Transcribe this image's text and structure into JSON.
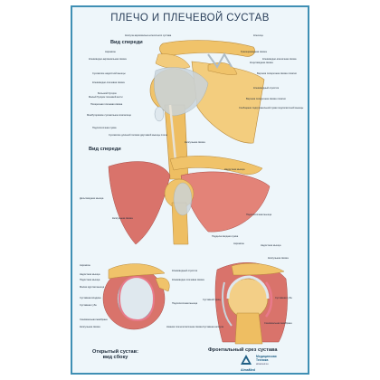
{
  "poster": {
    "title": "ПЛЕЧО И ПЛЕЧЕВОЙ СУСТАВ",
    "sections": {
      "top_view": "Вид спереди",
      "middle_view": "Вид спереди",
      "open_joint": "Открытый сустав:\nвид сбоку",
      "frontal_section": "Фронтальный срез сустава"
    },
    "labels": {
      "top_left": [
        "Капсула акромиально-ключичного сустава",
        "Акромион",
        "Клювовидно-акромиальная связка",
        "Сухожилие надостной мышцы",
        "Клювовидно-плечевая связка",
        "Большой бугорок",
        "Малый бугорок плечевой кости",
        "Поперечная плечевая связка",
        "Межбугорковое сухожильное влагалище",
        "Подлопаточная сумка",
        "Сухожилие длинной головки двуглавой мышцы плеча"
      ],
      "top_right": [
        "Ключица",
        "Трапециевидная связка",
        "Конусовидная связка",
        "Клювовидно-ключичная связка",
        "Верхняя поперечная связка лопатки",
        "Клювовидный отросток",
        "Верхняя поперечная связка лопатки",
        "Сообщение подсухожильной сумки подлопаточной мышцы",
        "Капсульная связка"
      ],
      "mid_left": [
        "Дельтовидная мышца",
        "Капсульная связка"
      ],
      "mid_right": [
        "Надостная мышца",
        "Подлопаточная мышца"
      ],
      "open_left": [
        "Акромион",
        "Надостная мышца",
        "Подостная мышца",
        "Малая круглая мышца",
        "Суставная впадина",
        "Суставная губа",
        "Синовиальная мембрана",
        "Капсульная связка"
      ],
      "open_right": [
        "Клювовидный отросток",
        "Клювовидно-плечевая связка",
        "Подлопаточная мышца",
        "Нижняя плечелопаточная связка"
      ],
      "frontal": [
        "Поддельтовидная сумка",
        "Акромион",
        "Надостная мышца",
        "Капсульная связка",
        "Суставная губа",
        "Суставной хрящ",
        "Суставная капсула",
        "Синовиальная мембрана"
      ]
    },
    "brand": {
      "line1": "Медицинская",
      "line2": "Техника",
      "name": "AlmaMed",
      "site": "almamed.su"
    },
    "colors": {
      "border": "#3f8fb4",
      "background": "#eef6fa",
      "bone": "#f0c36a",
      "cartilage": "#dfe8ee",
      "muscle": "#d9736b",
      "ligament": "#c9d4dc",
      "title": "#2a3f5a"
    }
  }
}
